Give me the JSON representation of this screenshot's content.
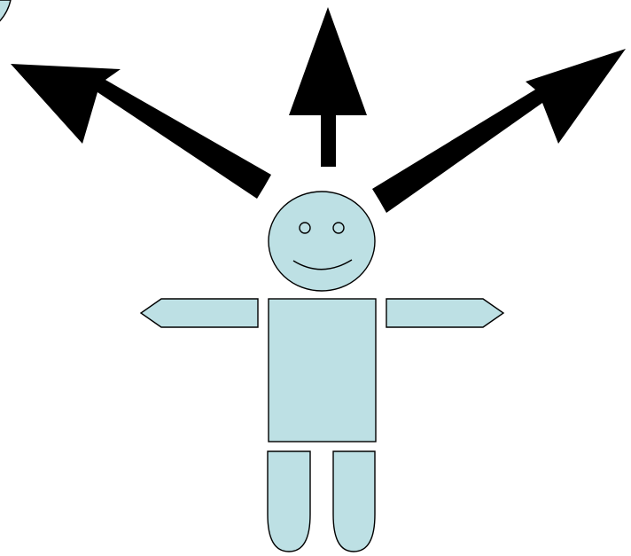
{
  "colors": {
    "figure_fill": "#bde0e4",
    "outline": "#000000",
    "arrow": "#000000",
    "background": "#ffffff"
  },
  "diagram": {
    "figure": "person",
    "arrow_directions": [
      "up-left",
      "up",
      "up-right"
    ],
    "icons": [
      "person-figure",
      "arrow-up-left-icon",
      "arrow-up-icon",
      "arrow-up-right-icon",
      "partial-circle-shape"
    ]
  }
}
